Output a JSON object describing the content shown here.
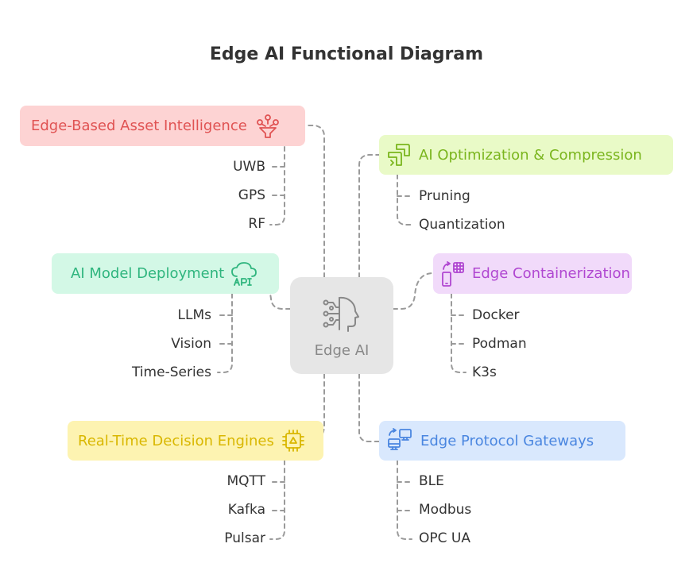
{
  "title": "Edge AI Functional Diagram",
  "center": {
    "label": "Edge AI",
    "icon": "ai-head-icon",
    "color": "#888888"
  },
  "groups": {
    "asset": {
      "label": "Edge-Based Asset Intelligence",
      "icon": "funnel-network-icon",
      "color": "#e05353",
      "bg": "#fdd3d3",
      "items": [
        "UWB",
        "GPS",
        "RF"
      ]
    },
    "optimization": {
      "label": "AI Optimization & Compression",
      "icon": "compress-arrows-icon",
      "color": "#7ab51d",
      "bg": "#e9fac7",
      "items": [
        "Pruning",
        "Quantization"
      ]
    },
    "deployment": {
      "label": "AI Model Deployment",
      "icon": "cloud-api-icon",
      "color": "#2fb57e",
      "bg": "#d3f8e6",
      "items": [
        "LLMs",
        "Vision",
        "Time-Series"
      ]
    },
    "containerization": {
      "label": "Edge Containerization",
      "icon": "device-transfer-icon",
      "color": "#b047d1",
      "bg": "#f1dafa",
      "items": [
        "Docker",
        "Podman",
        "K3s"
      ]
    },
    "decision": {
      "label": "Real-Time Decision Engines",
      "icon": "cpu-chip-icon",
      "color": "#d9b700",
      "bg": "#fdf3b1",
      "items": [
        "MQTT",
        "Kafka",
        "Pulsar"
      ]
    },
    "protocol": {
      "label": "Edge Protocol Gateways",
      "icon": "computers-sync-icon",
      "color": "#4a86e0",
      "bg": "#d9e8fd",
      "items": [
        "BLE",
        "Modbus",
        "OPC UA"
      ]
    }
  }
}
